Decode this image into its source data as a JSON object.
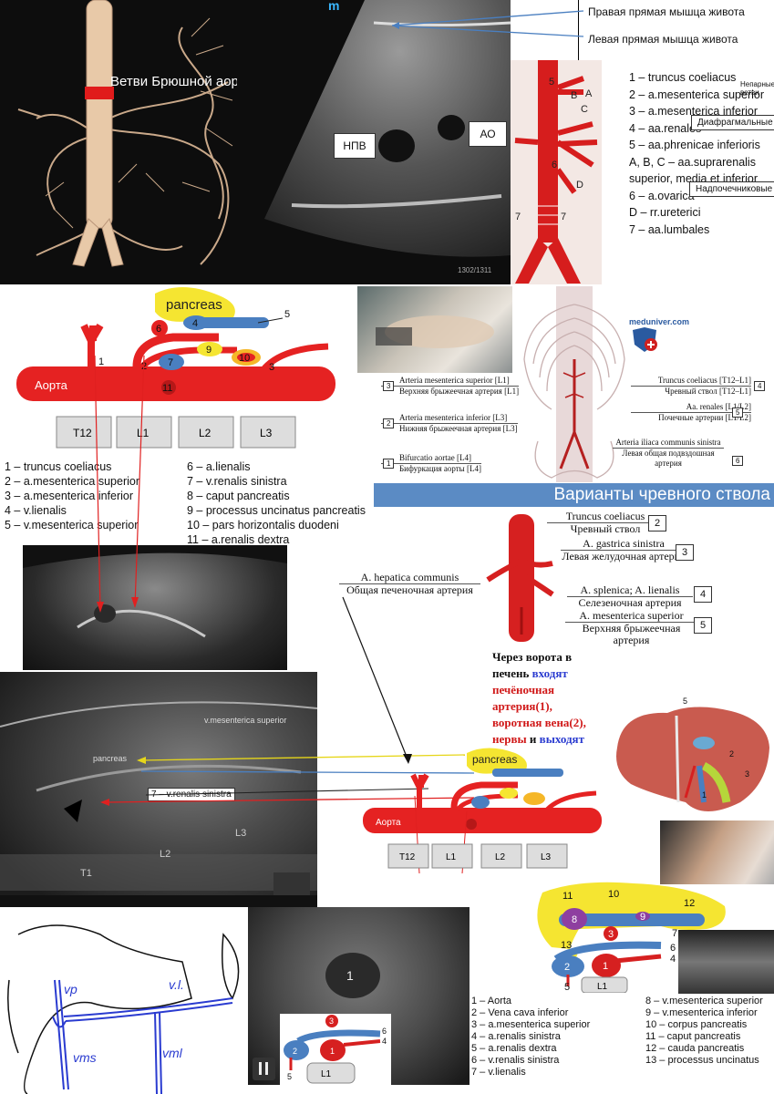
{
  "aorta3d": {
    "label": "Ветви Брюшной аорты"
  },
  "us1": {
    "label_right_rectus": "Правая прямая мышца живота",
    "label_left_rectus": "Левая прямая мышца живота",
    "label_ivc": "НПВ",
    "label_ao": "АО",
    "logo": "m",
    "counter": "1302/1311"
  },
  "branches_top": {
    "items": [
      "1 – truncus coeliacus",
      "2 – a.mesenterica superior",
      "3 – a.mesenterica inferior",
      "4 – aa.renales",
      "5 – aa.phrenicae inferioris",
      "A, B, C – aa.suprarenalis",
      "superior, media et inferior",
      "6 – a.ovarica",
      "D – rr.ureterici",
      "7 – aa.lumbales"
    ],
    "unpaired": "Непарные ветви",
    "box_diaphragm": "Диафрагмальные",
    "box_adrenal": "Надпочечниковые"
  },
  "aorta_diagram": {
    "pancreas": "pancreas",
    "aorta_label": "Аорта",
    "vertebrae": [
      "T12",
      "L1",
      "L2",
      "L3"
    ],
    "nums": [
      "1",
      "2",
      "3",
      "4",
      "5",
      "6",
      "7",
      "9",
      "10",
      "11"
    ]
  },
  "legend_mid": {
    "left": [
      "1 – truncus coeliacus",
      "2 – a.mesenterica superior",
      "3 – a.mesenterica inferior",
      "4 – v.lienalis",
      "5 – v.mesenterica superior"
    ],
    "right": [
      "6 – a.lienalis",
      "7 – v.renalis sinistra",
      "8 – caput pancreatis",
      "9 – processus uncinatus pancreatis",
      "10 – pars horizontalis duodeni",
      "11 – a.renalis dextra"
    ]
  },
  "skeleton": {
    "site": "meduniver.com",
    "left": [
      {
        "n": "3",
        "lat": "Arteria mesenterica superior [L1]",
        "ru": "Верхняя брыжеечная артерия [L1]"
      },
      {
        "n": "2",
        "lat": "Arteria mesenterica inferior [L3]",
        "ru": "Нижняя брыжеечная артерия [L3]"
      },
      {
        "n": "1",
        "lat": "Bifurcatio aortae [L4]",
        "ru": "Бифуркация аорты [L4]"
      }
    ],
    "right": [
      {
        "n": "4",
        "lat": "Truncus coeliacus [T12–L1]",
        "ru": "Чревный ствол [T12–L1]"
      },
      {
        "n": "5",
        "lat": "Aa. renales [L1/L2]",
        "ru": "Почечные артерии [L1/L2]"
      },
      {
        "n": "6",
        "lat": "Arteria iliaca communis sinistra",
        "ru": "Левая общая подвздошная артерия"
      }
    ]
  },
  "variants": {
    "header": "Варианты чревного ствола",
    "items": [
      {
        "n": "2",
        "lat": "Truncus coeliacus",
        "ru": "Чревный ствол"
      },
      {
        "n": "3",
        "lat": "A. gastrica sinistra",
        "ru": "Левая желудочная артерия"
      },
      {
        "n": "4",
        "lat": "A. splenica; A. lienalis",
        "ru": "Селезеночная артерия"
      },
      {
        "n": "5",
        "lat": "A. mesenterica superior",
        "ru": "Верхняя брыжеечная артерия"
      }
    ],
    "left_lat": "A. hepatica communis",
    "left_ru": "Общая печеночная артерия"
  },
  "liver_text": {
    "l1": "Через ворота в",
    "l2a": "печень ",
    "l2b": "входят",
    "l3": "печёночная",
    "l4": "артерия(1),",
    "l5": "воротная вена(2),",
    "l6a": "нервы",
    "l6b": " и ",
    "l6c": "выходят"
  },
  "liver_img": {
    "nums": [
      "5",
      "2",
      "3",
      "1"
    ]
  },
  "us_mid": {
    "vms": "v.mesenterica superior",
    "pancreas": "pancreas",
    "vrs": "7 – v.renalis sinistra",
    "l3": "L3",
    "l2": "L2",
    "t1": "T1"
  },
  "aorta_diagram2": {
    "pancreas": "pancreas",
    "aorta_label": "Аорта",
    "vertebrae": [
      "T12",
      "L1",
      "L2",
      "L3"
    ]
  },
  "pancreas_diagram": {
    "nums": [
      "11",
      "10",
      "12",
      "8",
      "9",
      "13",
      "3",
      "7",
      "6",
      "4",
      "2",
      "1",
      "5"
    ],
    "vert": "L1",
    "left": [
      "1 – Aorta",
      "2 – Vena cava inferior",
      "3 – a.mesenterica superior",
      "4 – a.renalis sinistra",
      "5 – a.renalis dextra",
      "6 – v.renalis sinistra",
      "7 – v.lienalis"
    ],
    "right": [
      "8 – v.mesenterica superior",
      "9 – v.mesenterica inferior",
      "10 – corpus pancreatis",
      "11 – caput pancreatis",
      "12 – cauda pancreatis",
      "13 – processus uncinatus"
    ]
  },
  "sketch": {
    "vp": "vp",
    "vl": "v.l.",
    "vms": "vms",
    "vml": "vml"
  },
  "us_bottom": {
    "num": "1",
    "vert": "L1",
    "nums": [
      "3",
      "6",
      "4",
      "2",
      "1",
      "5"
    ]
  }
}
